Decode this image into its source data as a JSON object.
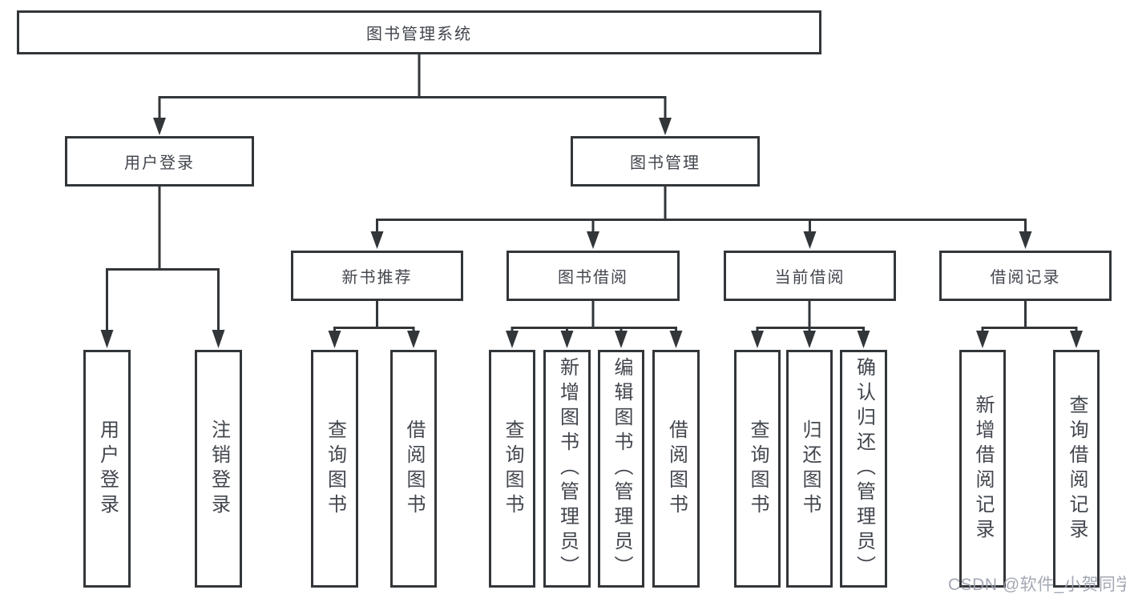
{
  "diagram": {
    "title": "图书管理系统",
    "nodes": {
      "root": {
        "label": "图书管理系统"
      },
      "level2": [
        {
          "label": "用户登录"
        },
        {
          "label": "图书管理"
        }
      ],
      "level3": [
        {
          "label": "新书推荐",
          "parent": "图书管理"
        },
        {
          "label": "图书借阅",
          "parent": "图书管理"
        },
        {
          "label": "当前借阅",
          "parent": "图书管理"
        },
        {
          "label": "借阅记录",
          "parent": "图书管理"
        }
      ],
      "leaves": [
        {
          "label": "用户登录",
          "parent": "用户登录"
        },
        {
          "label": "注销登录",
          "parent": "用户登录"
        },
        {
          "label": "查询图书",
          "parent": "新书推荐"
        },
        {
          "label": "借阅图书",
          "parent": "新书推荐"
        },
        {
          "label": "查询图书",
          "parent": "图书借阅"
        },
        {
          "label": "新增图书（管理员）",
          "parent": "图书借阅"
        },
        {
          "label": "编辑图书（管理员）",
          "parent": "图书借阅"
        },
        {
          "label": "借阅图书",
          "parent": "图书借阅"
        },
        {
          "label": "查询图书",
          "parent": "当前借阅"
        },
        {
          "label": "归还图书",
          "parent": "当前借阅"
        },
        {
          "label": "确认归还（管理员）",
          "parent": "当前借阅"
        },
        {
          "label": "新增借阅记录",
          "parent": "借阅记录"
        },
        {
          "label": "查询借阅记录",
          "parent": "借阅记录"
        }
      ]
    },
    "colors": {
      "line": "#333639",
      "text": "#42464d",
      "background": "#ffffff",
      "watermark": "#9ba1ac"
    }
  },
  "watermark": {
    "text": "CSDN @软件_小贺同学"
  }
}
